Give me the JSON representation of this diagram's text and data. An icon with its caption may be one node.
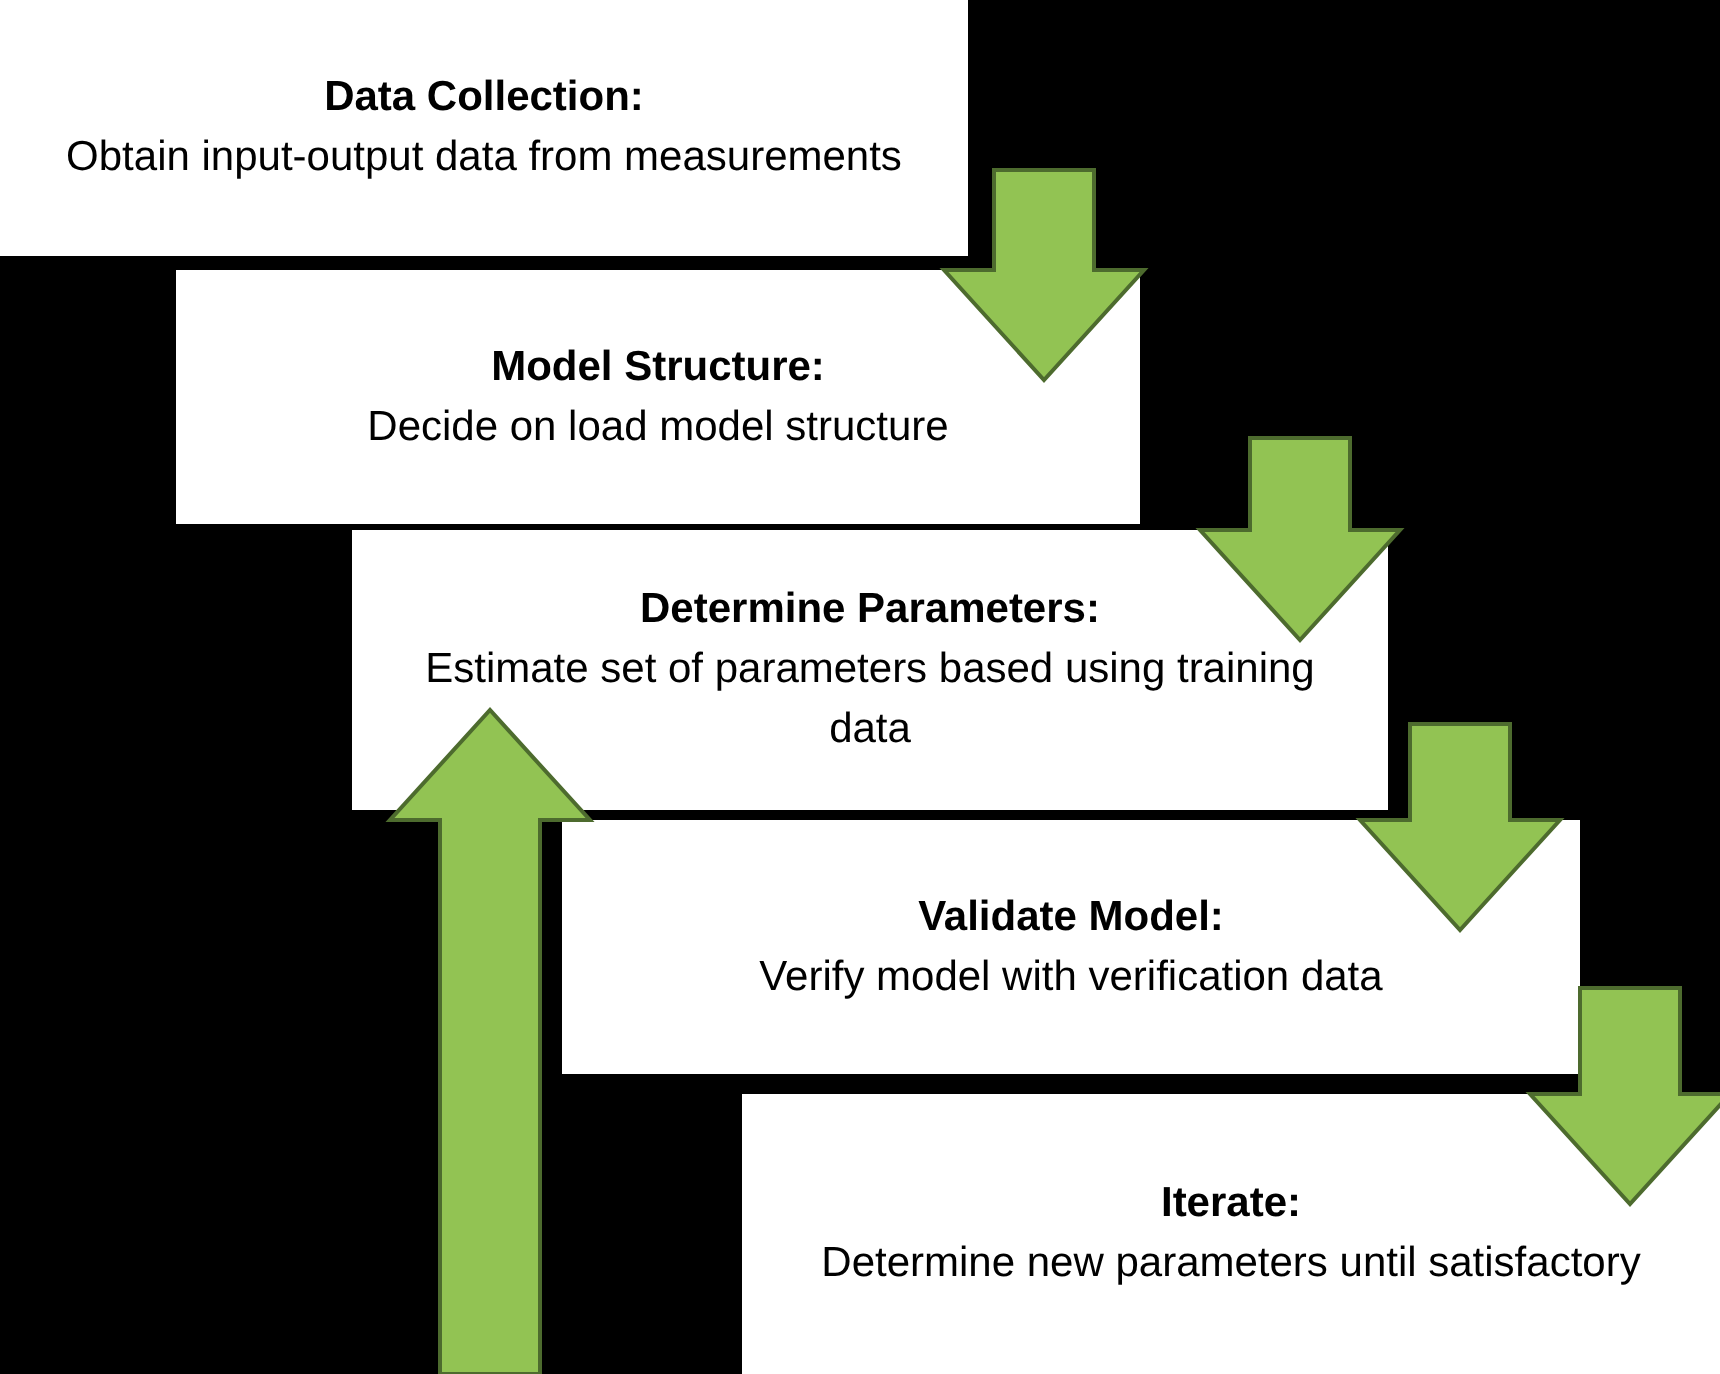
{
  "diagram": {
    "nodes": [
      {
        "text": [
          "Data Collection:",
          "Obtain input-output data from measurements"
        ]
      },
      {
        "text": [
          "Model Structure:",
          "Decide on load model structure"
        ]
      },
      {
        "text": [
          "Determine Parameters:",
          "Estimate set of parameters based using training data"
        ]
      },
      {
        "text": [
          "Validate Model:",
          "Verify model with verification data"
        ]
      },
      {
        "text": [
          "Iterate:",
          "Determine new parameters until satisfactory"
        ]
      }
    ],
    "edges": [
      {
        "from": 0,
        "to": 1,
        "arrow": "to"
      },
      {
        "from": 1,
        "to": 2,
        "arrow": "to"
      },
      {
        "from": 2,
        "to": 3,
        "arrow": "to"
      },
      {
        "from": 3,
        "to": 4,
        "arrow": "to"
      },
      {
        "from": null,
        "to": 2,
        "arrow": "to"
      }
    ]
  }
}
